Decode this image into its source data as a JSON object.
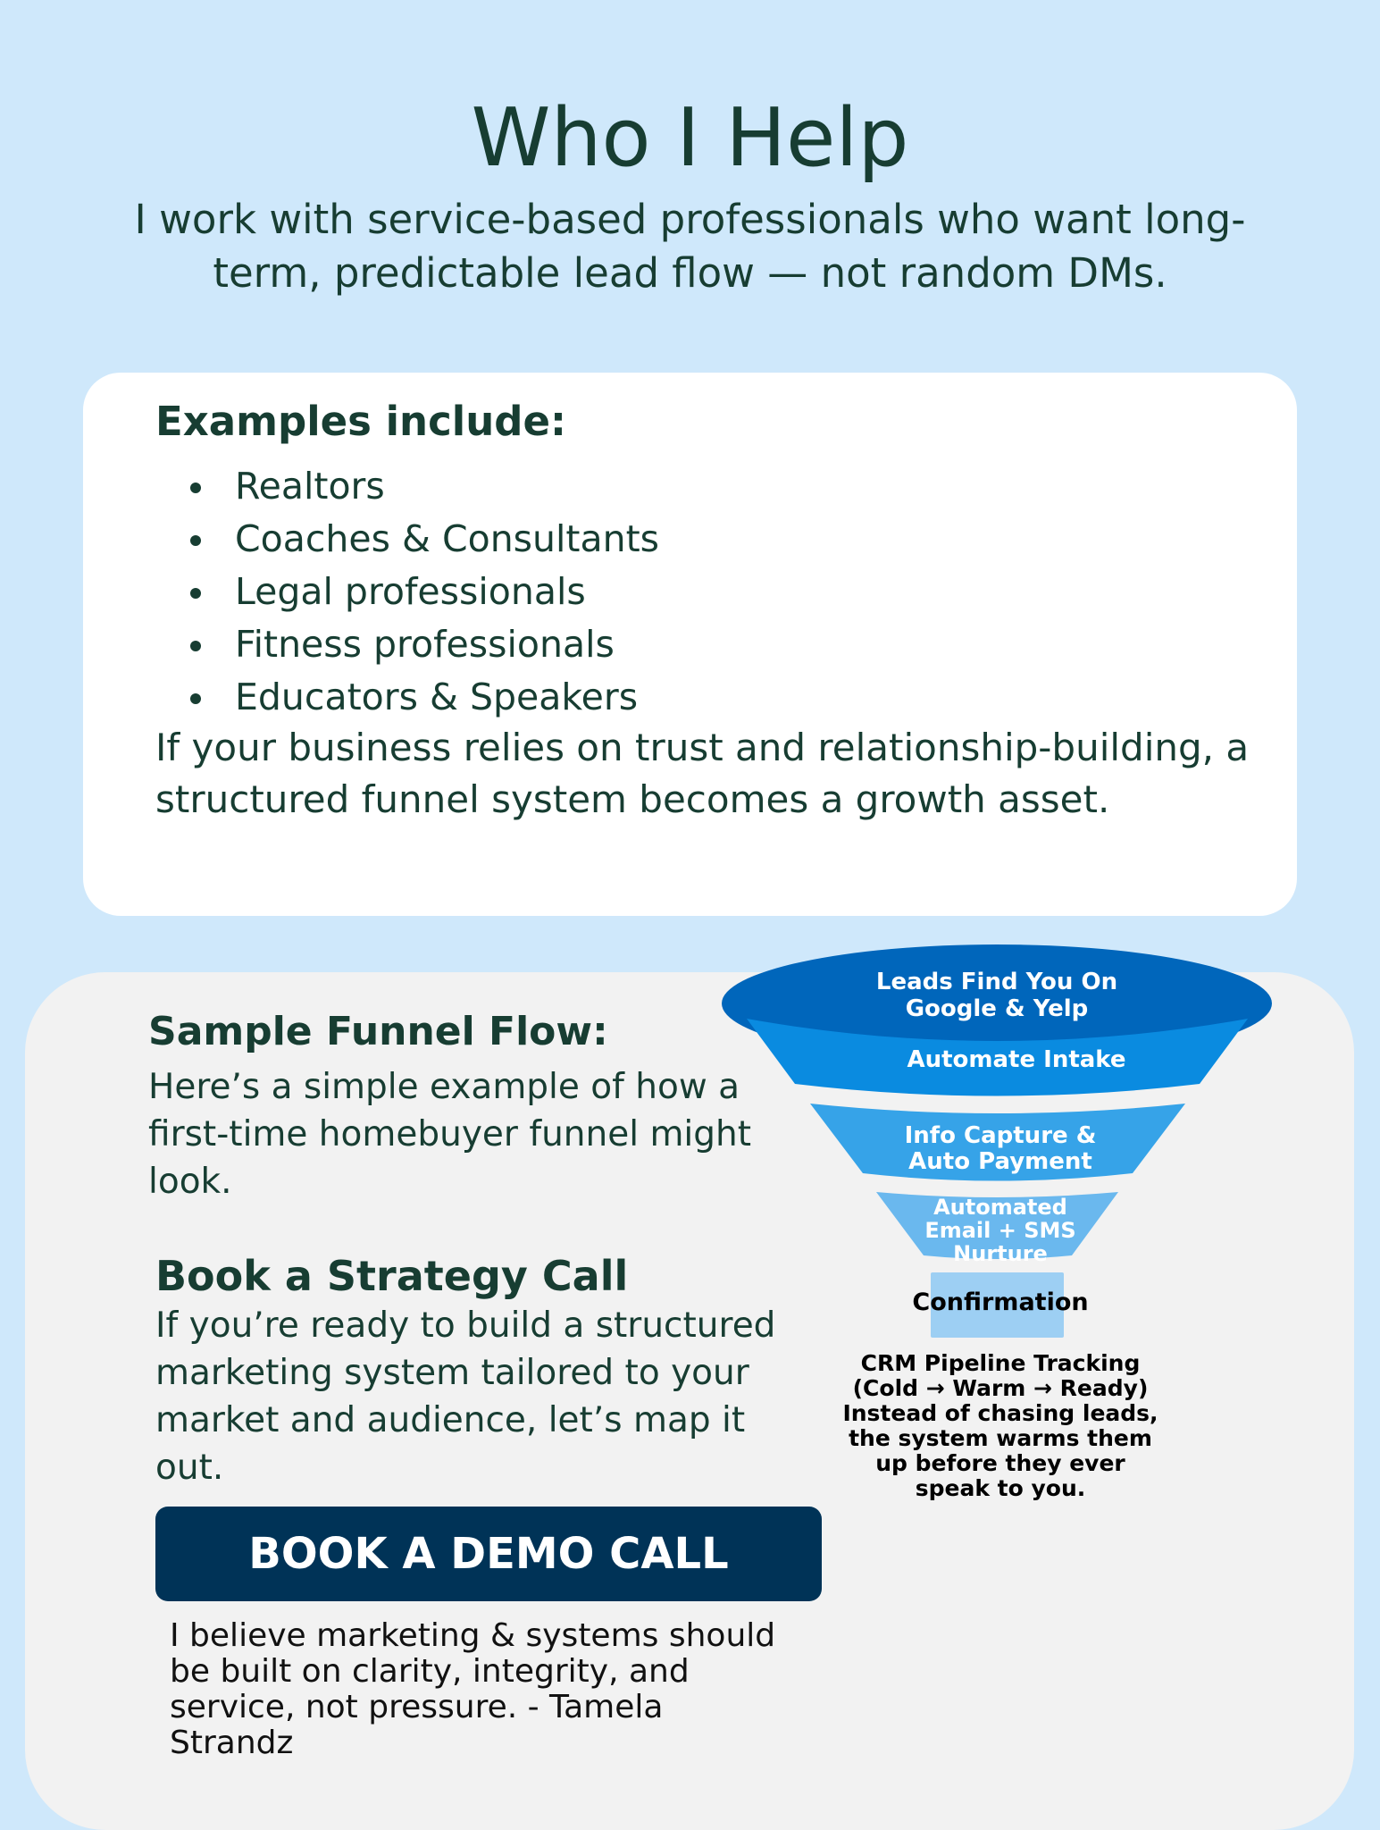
{
  "header": {
    "title": "Who I Help",
    "subtitle": "I work with service-based professionals who want long-term, predictable lead flow — not random DMs."
  },
  "examples": {
    "heading": "Examples include:",
    "items": [
      "Realtors",
      "Coaches & Consultants",
      "Legal professionals",
      "Fitness professionals",
      "Educators & Speakers"
    ],
    "paragraph": "If your business relies on trust and relationship-building, a structured funnel system becomes a growth asset."
  },
  "funnel_section": {
    "heading": "Sample Funnel Flow:",
    "paragraph": "Here’s a simple example of how a first-time homebuyer funnel might look."
  },
  "strategy": {
    "heading": "Book a Strategy Call",
    "paragraph": "If you’re ready to build a structured marketing system tailored to your market and audience, let’s map it out.",
    "button_label": "BOOK A DEMO CALL",
    "quote": "I believe marketing & systems should be built on clarity, integrity, and service, not pressure. - Tamela Strandz"
  },
  "funnel": {
    "stages": [
      {
        "line1": "Leads Find You On",
        "line2": "Google & Yelp",
        "color": "#0066bb"
      },
      {
        "line1": "Automate Intake",
        "color": "#0a8be0"
      },
      {
        "line1": "Info Capture &",
        "line2": "Auto Payment",
        "color": "#36a3e8"
      },
      {
        "line1": "Automated",
        "line2": "Email + SMS",
        "line3": "Nurture",
        "color": "#6ab8ee"
      },
      {
        "line1": "Confirmation",
        "color": "#9dcff3"
      }
    ],
    "crm_title": "CRM Pipeline Tracking",
    "crm_stages": "(Cold → Warm → Ready)",
    "crm_note": "Instead of chasing leads, the system warms them up before they ever speak to you."
  },
  "colors": {
    "background": "#cfe8fb",
    "text": "#173d32",
    "button": "#003357",
    "panel": "#f2f2f2"
  }
}
